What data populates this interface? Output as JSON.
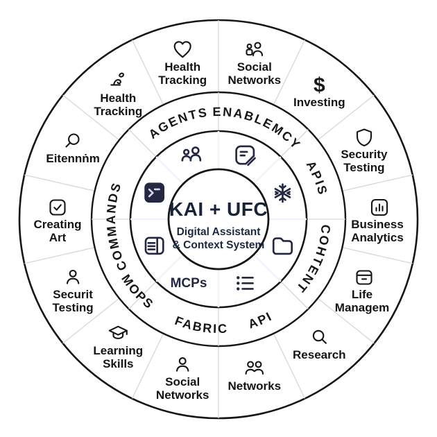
{
  "center": {
    "title": "KAI + UFC",
    "subtitle_line1": "Digital Assistant",
    "subtitle_line2": "& Context System"
  },
  "inner_ring": {
    "mcps_label": "MCPs",
    "sector_labels": {
      "agents": "AGENTS",
      "enablemcy": "ENABLEMCY",
      "apis": "APIS",
      "cohtent": "COHTENT",
      "api": "API",
      "fabric": "FABRIC",
      "mops": "MOPS",
      "commands": "COMMANDS"
    },
    "sector_icons": [
      "users-icon",
      "note-pencil-icon",
      "snowflake-icon",
      "folder-icon",
      "list-icon",
      "mcps-text",
      "layout-table-icon",
      "terminal-icon"
    ]
  },
  "outer_items": [
    {
      "lines": [
        "Social",
        "Networks"
      ],
      "icon": "contacts-icon"
    },
    {
      "lines": [
        "Investing"
      ],
      "icon": "dollar-icon"
    },
    {
      "lines": [
        "Security",
        "Testing"
      ],
      "icon": "shield-icon"
    },
    {
      "lines": [
        "Business",
        "Analytics"
      ],
      "icon": "bar-chart-icon"
    },
    {
      "lines": [
        "Life",
        "Managem"
      ],
      "icon": "archive-box-icon"
    },
    {
      "lines": [
        "Research"
      ],
      "icon": "magnifier-icon"
    },
    {
      "lines": [
        "Networks"
      ],
      "icon": "people-icon"
    },
    {
      "lines": [
        "Social",
        "Networks"
      ],
      "icon": "person-icon"
    },
    {
      "lines": [
        "Learning",
        "Skills"
      ],
      "icon": "graduation-cap-icon"
    },
    {
      "lines": [
        "Securit",
        "Testing"
      ],
      "icon": "person-icon"
    },
    {
      "lines": [
        "Creating",
        "Art"
      ],
      "icon": "checkbox-icon"
    },
    {
      "lines": [
        "Eitennṅm"
      ],
      "icon": "magnifier-left-icon"
    },
    {
      "lines": [
        "Health",
        "Tracking"
      ],
      "icon": "exercise-icon"
    },
    {
      "lines": [
        "Health",
        "Tracking"
      ],
      "icon": "heart-icon"
    }
  ],
  "glyphs": {
    "dollar": "$"
  },
  "colors": {
    "purple_inner": "#a78cf0",
    "purple_outer": "#c2b6f6",
    "blue_light": "#8bcbf5",
    "blue_dark": "#569ae0",
    "outline": "#161616",
    "divider": "#d7d7da"
  }
}
